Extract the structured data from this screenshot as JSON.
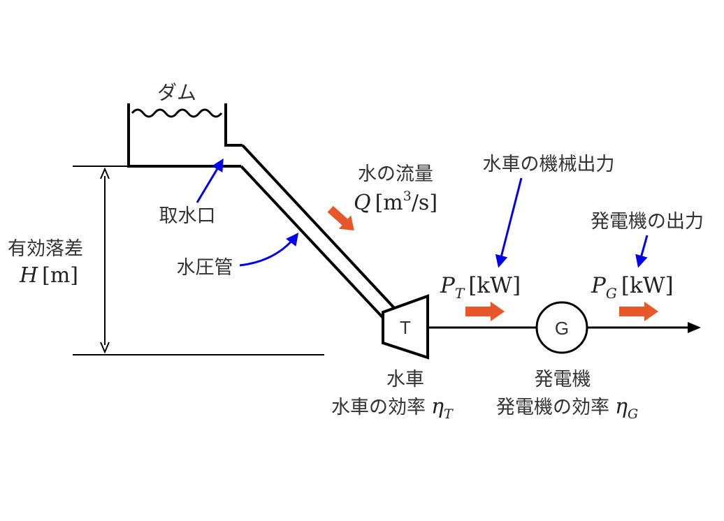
{
  "colors": {
    "stroke": "#000000",
    "blue_arrow": "#0000ee",
    "orange_arrow": "#e8572a",
    "text": "#333333"
  },
  "labels": {
    "dam": "ダム",
    "intake": "取水口",
    "penstock": "水圧管",
    "head": "有効落差",
    "head_symbol": "H",
    "head_unit": "[m]",
    "flow": "水の流量",
    "flow_symbol": "Q",
    "flow_unit_open": "[m",
    "flow_unit_exp": "3",
    "flow_unit_close": "/s]",
    "turbine_mark": "T",
    "generator_mark": "G",
    "turbine_output": "水車の機械出力",
    "generator_output": "発電機の出力",
    "pt_symbol": "P",
    "pt_sub": "T",
    "pt_unit": "[kW]",
    "pg_symbol": "P",
    "pg_sub": "G",
    "pg_unit": "[kW]",
    "turbine": "水車",
    "turbine_eff": "水車の効率",
    "turbine_eff_symbol": "η",
    "turbine_eff_sub": "T",
    "generator": "発電機",
    "generator_eff": "発電機の効率",
    "generator_eff_symbol": "η",
    "generator_eff_sub": "G"
  }
}
